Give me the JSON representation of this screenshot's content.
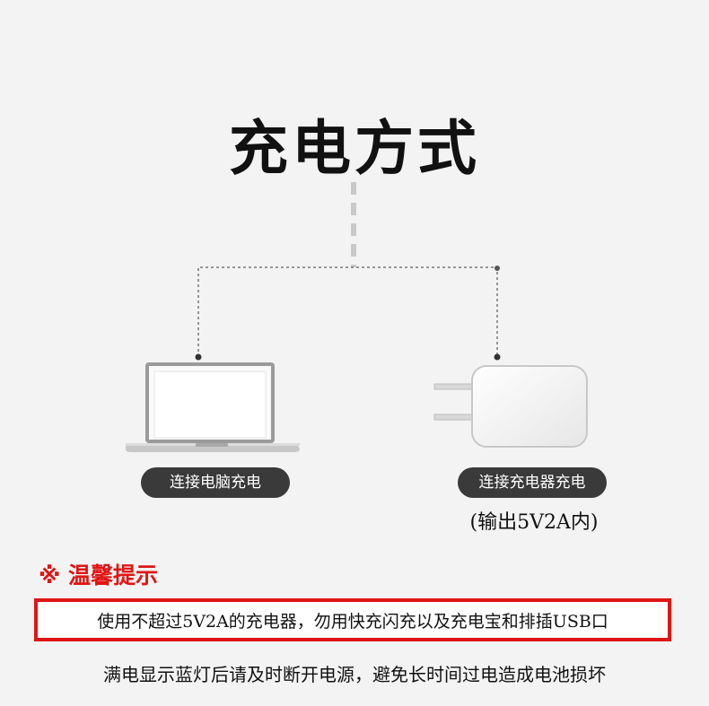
{
  "title": "充电方式",
  "options": {
    "laptop_label": "连接电脑充电",
    "charger_label": "连接充电器充电",
    "charger_note": "(输出5V2A内)"
  },
  "tip": {
    "heading": "※ 温馨提示",
    "warning": "使用不超过5V2A的充电器，勿用快充闪充以及充电宝和排插USB口",
    "note": "满电显示蓝灯后请及时断开电源，避免长时间过电造成电池损坏"
  }
}
